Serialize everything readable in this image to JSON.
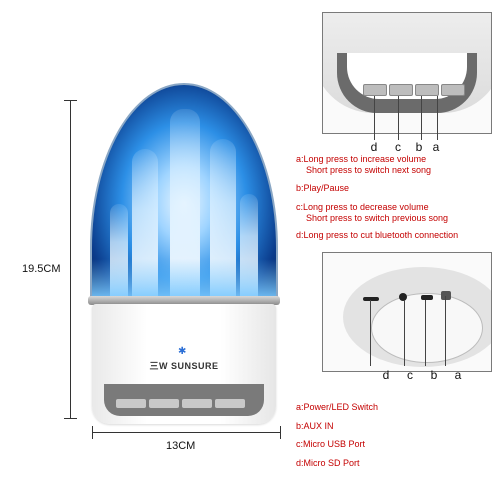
{
  "dimensions": {
    "height_label": "19.5CM",
    "width_label": "13CM"
  },
  "brand": {
    "name": "SUNSURE",
    "logo_text": "三W"
  },
  "top_panel": {
    "letters": [
      "d",
      "c",
      "b",
      "a"
    ],
    "descriptions": [
      {
        "line1": "a:Long press to increase volume",
        "line2": "Short press to switch next song"
      },
      {
        "line1": "b:Play/Pause"
      },
      {
        "line1": "c:Long press to decrease volume",
        "line2": "Short press to switch previous song"
      },
      {
        "line1": "d:Long press to cut bluetooth connection"
      }
    ]
  },
  "bottom_panel": {
    "letters": [
      "d",
      "c",
      "b",
      "a"
    ],
    "descriptions": [
      {
        "line1": "a:Power/LED Switch"
      },
      {
        "line1": "b:AUX IN"
      },
      {
        "line1": "c:Micro USB Port"
      },
      {
        "line1": "d:Micro SD Port"
      }
    ]
  },
  "colors": {
    "annotation": "#c40000",
    "water": "#2c8fe6"
  }
}
